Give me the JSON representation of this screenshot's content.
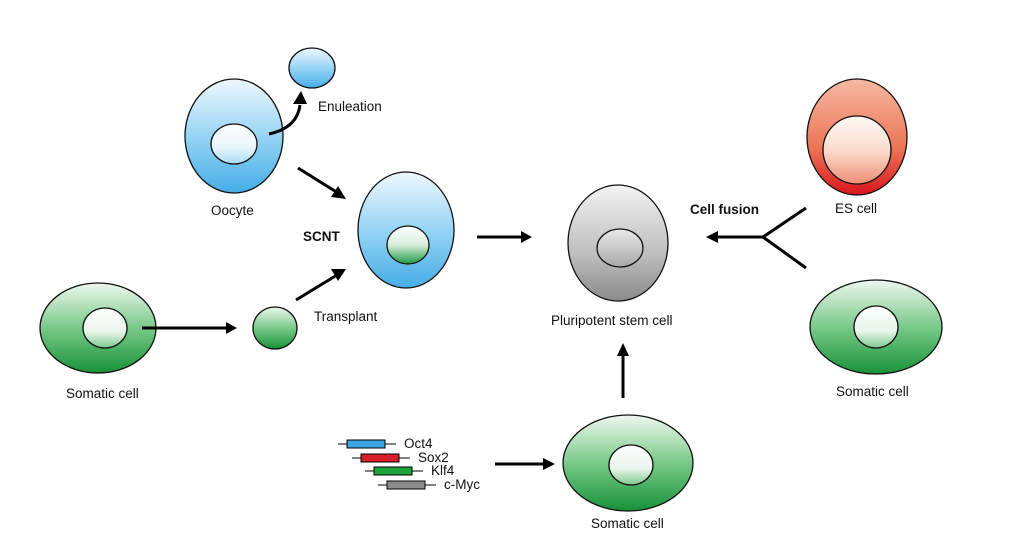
{
  "labels": {
    "enucleation": "Enuleation",
    "oocyte": "Oocyte",
    "scnt": "SCNT",
    "transplant": "Transplant",
    "somatic_left": "Somatic cell",
    "pluripotent": "Pluripotent stem cell",
    "cell_fusion": "Cell fusion",
    "es_cell": "ES cell",
    "somatic_right": "Somatic cell",
    "somatic_bottom": "Somatic cell"
  },
  "factors": [
    {
      "name": "Oct4",
      "color": "#3aa6e0"
    },
    {
      "name": "Sox2",
      "color": "#d8202b"
    },
    {
      "name": "Klf4",
      "color": "#1aa43a"
    },
    {
      "name": "c-Myc",
      "color": "#8c8c8c"
    }
  ],
  "colors": {
    "oocyte_blue": "#5cb8ea",
    "somatic_green": "#1f9e45",
    "es_red": "#e23a22",
    "pluripotent_gray": "#8a8a8a"
  }
}
